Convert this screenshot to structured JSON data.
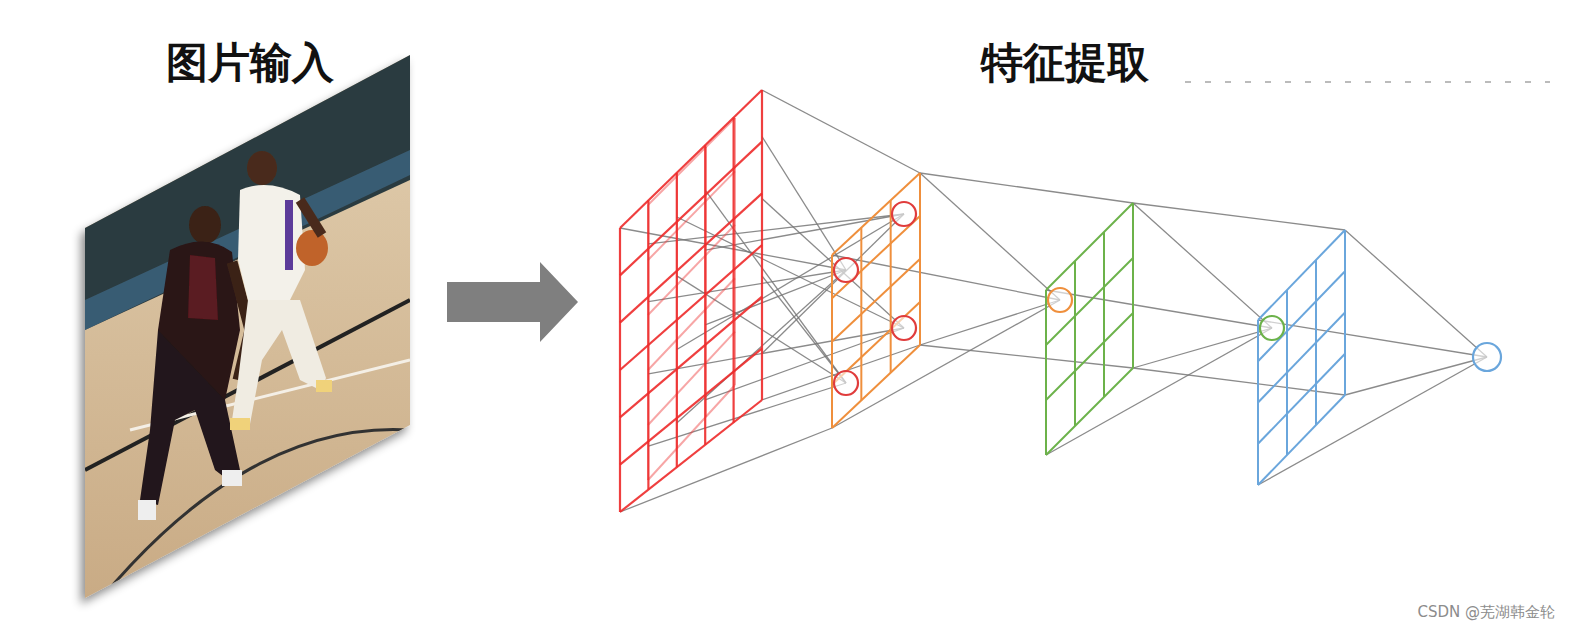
{
  "diagram": {
    "nodes": [
      {
        "text": [
          "图片输入"
        ]
      },
      {
        "text": [
          "特征提取"
        ]
      }
    ],
    "edges": [
      {
        "from": 0,
        "to": 1,
        "arrow": "to"
      }
    ],
    "labels": [
      "CSDN @芜湖韩金轮"
    ]
  }
}
